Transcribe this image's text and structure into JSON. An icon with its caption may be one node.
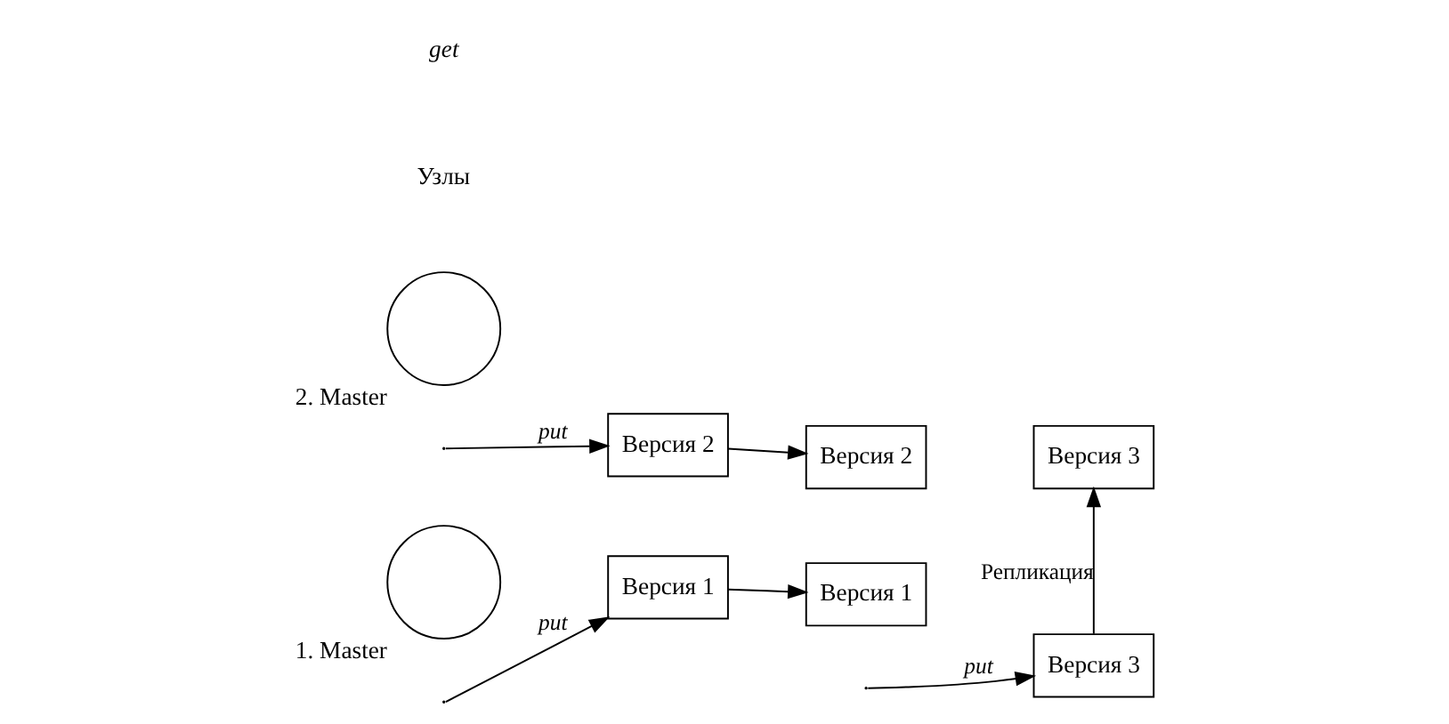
{
  "diagram": {
    "nodes": [
      {
        "text": [],
        "shape": "circle",
        "beside": [
          "1. Master"
        ]
      },
      {
        "text": [
          "Версия 1"
        ]
      },
      {
        "text": [
          "Версия 2"
        ]
      },
      {
        "text": [
          "Версия 3"
        ]
      },
      {
        "text": [],
        "shape": "circle",
        "beside": [
          "2. Master"
        ]
      },
      {
        "text": [
          "Версия 2"
        ]
      },
      {
        "text": [
          "Версия 1"
        ]
      },
      {
        "text": [
          "Версия 3"
        ]
      }
    ],
    "edges": [
      {
        "from": null,
        "to": 1,
        "arrow": "to",
        "label": "put"
      },
      {
        "from": null,
        "to": 5,
        "arrow": "to",
        "label": "put"
      },
      {
        "from": 1,
        "to": 6,
        "arrow": "to"
      },
      {
        "from": 5,
        "to": 2,
        "arrow": "to"
      },
      {
        "from": 7,
        "to": 3,
        "arrow": "to",
        "label": "Репликация"
      },
      {
        "from": null,
        "to": 7,
        "arrow": "to",
        "label": "put"
      }
    ],
    "labels": [
      "Узлы",
      "get"
    ]
  }
}
